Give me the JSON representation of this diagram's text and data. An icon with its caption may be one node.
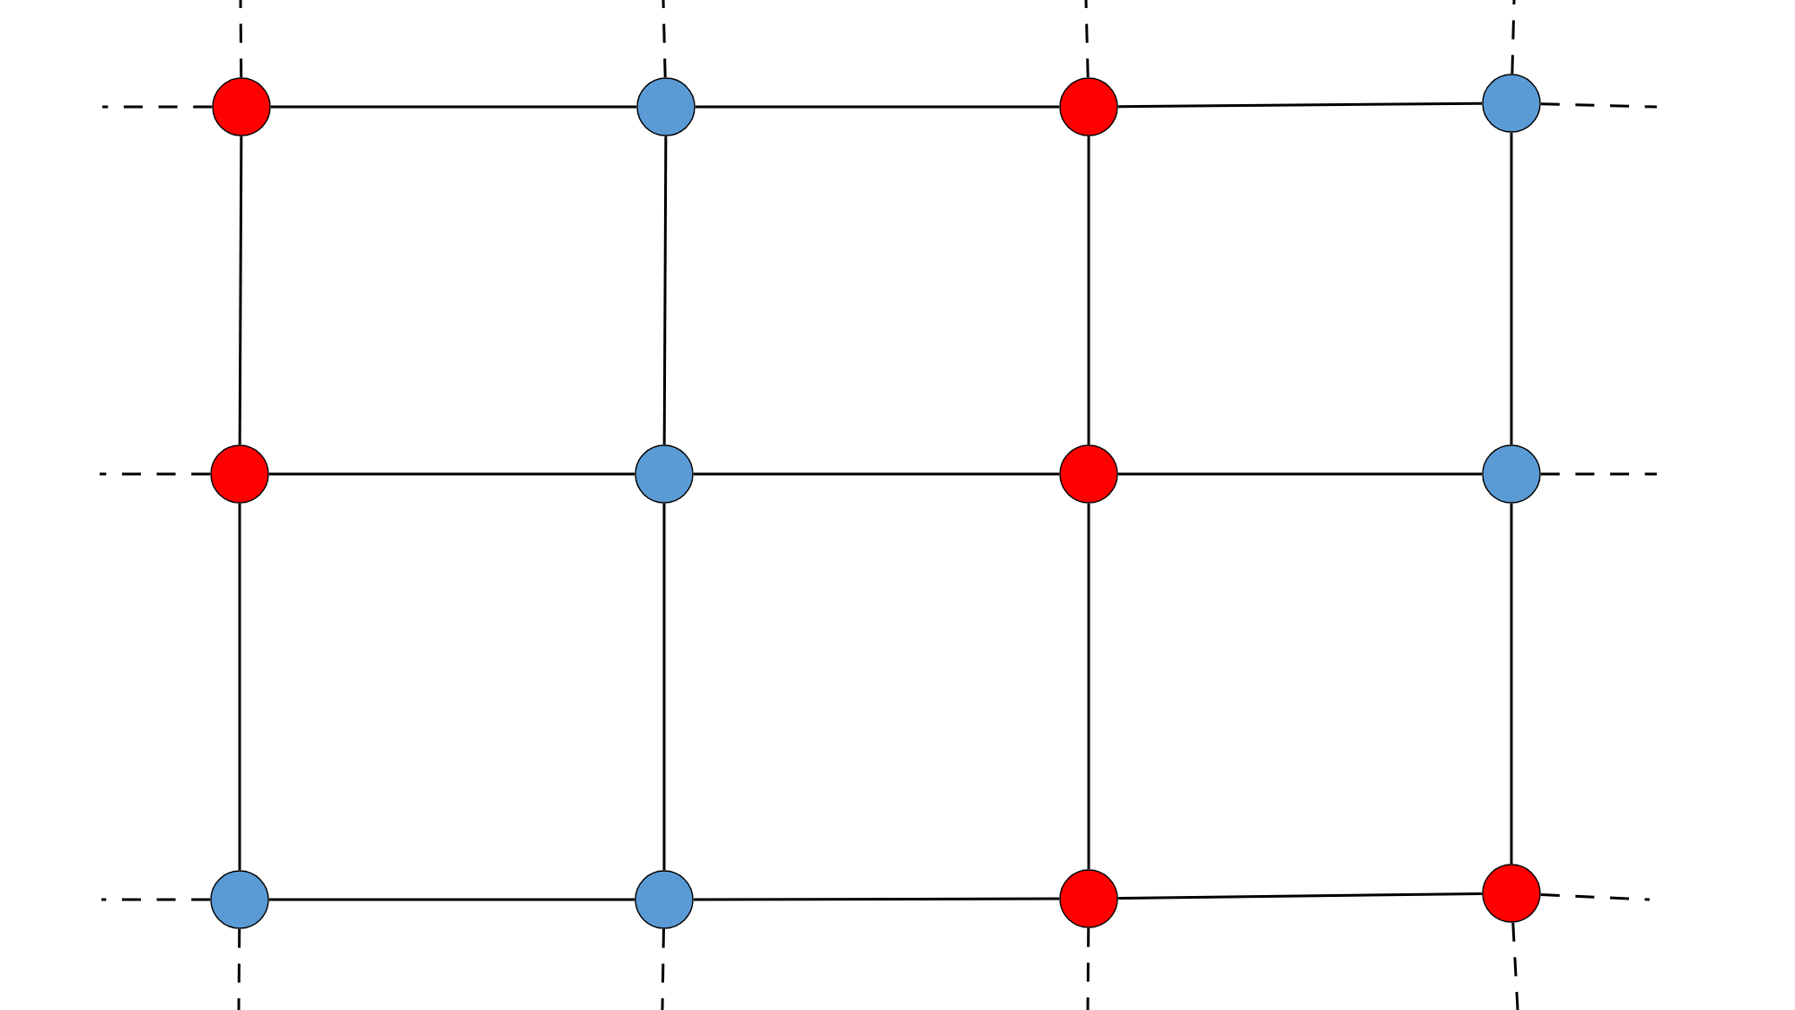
{
  "diagram": {
    "nodes": [
      {
        "text": [],
        "shape": "circle"
      },
      {
        "text": [],
        "shape": "circle"
      },
      {
        "text": [],
        "shape": "circle"
      },
      {
        "text": [],
        "shape": "circle"
      },
      {
        "text": [],
        "shape": "circle"
      },
      {
        "text": [],
        "shape": "circle"
      },
      {
        "text": [],
        "shape": "circle"
      },
      {
        "text": [],
        "shape": "circle"
      },
      {
        "text": [],
        "shape": "circle"
      },
      {
        "text": [],
        "shape": "circle"
      },
      {
        "text": [],
        "shape": "circle"
      },
      {
        "text": [],
        "shape": "circle"
      }
    ],
    "edges": [
      {
        "from": 0,
        "to": 1,
        "arrow": "none"
      },
      {
        "from": 1,
        "to": 2,
        "arrow": "none"
      },
      {
        "from": 2,
        "to": 3,
        "arrow": "none"
      },
      {
        "from": 4,
        "to": 5,
        "arrow": "none"
      },
      {
        "from": 5,
        "to": 6,
        "arrow": "none"
      },
      {
        "from": 6,
        "to": 7,
        "arrow": "none"
      },
      {
        "from": 8,
        "to": 9,
        "arrow": "none"
      },
      {
        "from": 9,
        "to": 10,
        "arrow": "none"
      },
      {
        "from": 10,
        "to": 11,
        "arrow": "none"
      },
      {
        "from": 0,
        "to": 4,
        "arrow": "none"
      },
      {
        "from": 4,
        "to": 8,
        "arrow": "none"
      },
      {
        "from": 1,
        "to": 5,
        "arrow": "none"
      },
      {
        "from": 5,
        "to": 9,
        "arrow": "none"
      },
      {
        "from": 2,
        "to": 6,
        "arrow": "none"
      },
      {
        "from": 6,
        "to": 10,
        "arrow": "none"
      },
      {
        "from": 3,
        "to": 7,
        "arrow": "none"
      },
      {
        "from": 7,
        "to": 11,
        "arrow": "none"
      },
      {
        "from": 0,
        "to": null,
        "arrow": "none",
        "style": "dashed"
      },
      {
        "from": 1,
        "to": null,
        "arrow": "none",
        "style": "dashed"
      },
      {
        "from": 2,
        "to": null,
        "arrow": "none",
        "style": "dashed"
      },
      {
        "from": 3,
        "to": null,
        "arrow": "none",
        "style": "dashed"
      },
      {
        "from": 0,
        "to": null,
        "arrow": "none",
        "style": "dashed"
      },
      {
        "from": 4,
        "to": null,
        "arrow": "none",
        "style": "dashed"
      },
      {
        "from": 8,
        "to": null,
        "arrow": "none",
        "style": "dashed"
      },
      {
        "from": 3,
        "to": null,
        "arrow": "none",
        "style": "dashed"
      },
      {
        "from": 7,
        "to": null,
        "arrow": "none",
        "style": "dashed"
      },
      {
        "from": 11,
        "to": null,
        "arrow": "none",
        "style": "dashed"
      },
      {
        "from": 8,
        "to": null,
        "arrow": "none",
        "style": "dashed"
      },
      {
        "from": 9,
        "to": null,
        "arrow": "none",
        "style": "dashed"
      },
      {
        "from": 10,
        "to": null,
        "arrow": "none",
        "style": "dashed"
      },
      {
        "from": 11,
        "to": null,
        "arrow": "none",
        "style": "dashed"
      }
    ]
  }
}
